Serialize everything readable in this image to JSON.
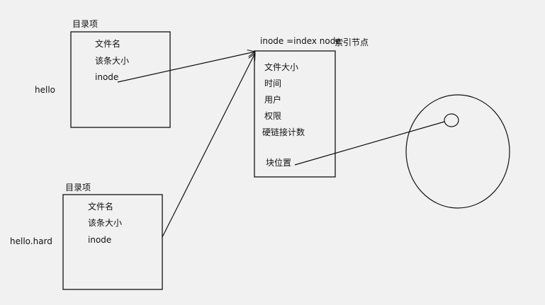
{
  "entry1": {
    "title": "目录项",
    "items": [
      "文件名",
      "该条大小",
      "inode"
    ],
    "filename": "hello"
  },
  "entry2": {
    "title": "目录项",
    "items": [
      "文件名",
      "该条大小",
      "inode"
    ],
    "filename": "hello.hard"
  },
  "inode": {
    "title": "inode =index node",
    "title_cn": "索引节点",
    "items": [
      "文件大小",
      "时间",
      "用户",
      "权限",
      "硬链接计数",
      "块位置"
    ]
  }
}
